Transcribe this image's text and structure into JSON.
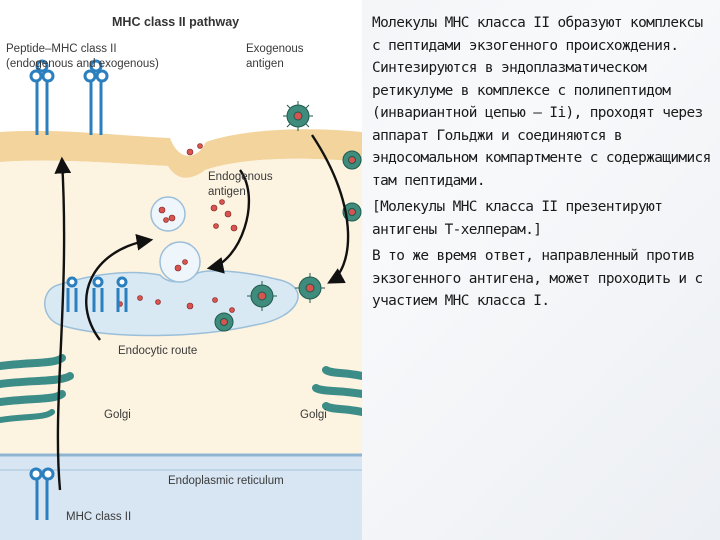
{
  "diagram": {
    "title": "MHC class II pathway",
    "labels": {
      "peptide_mhc": "Peptide–MHC class II",
      "peptide_mhc_sub": "(endogenous and exogenous)",
      "exogenous": "Exogenous",
      "exogenous_sub": "antigen",
      "endogenous": "Endogenous",
      "endogenous_sub": "antigen",
      "endocytic": "Endocytic route",
      "golgi_left": "Golgi",
      "golgi_right": "Golgi",
      "er": "Endoplasmic reticulum",
      "mhc2": "MHC class II"
    },
    "colors": {
      "membrane": "#f2d49c",
      "cytoplasm": "#fdf3e1",
      "vesicle": "#d8e9f4",
      "golgi": "#3c8c88",
      "er": "#cfe0ee",
      "mhc": "#2b7fbf",
      "pathogen": "#3f8c7c"
    }
  },
  "text": {
    "para1": "Молекулы МНС класса II образуют комплексы с пептидами экзогенного происхождения. Синтезируются в эндоплазматическом ретикулуме в комплексе с полипептидом (инвариантной цепью – Ii), проходят через аппарат Гольджи и соединяются в эндосомальном компартменте с содержащимися там пептидами.",
    "para2": "[Молекулы МНС класса II презентируют антигены Т-хелперам.]",
    "para3": "В то же время ответ, направленный против экзогенного антигена, может проходить и с участием МНС класса I."
  }
}
